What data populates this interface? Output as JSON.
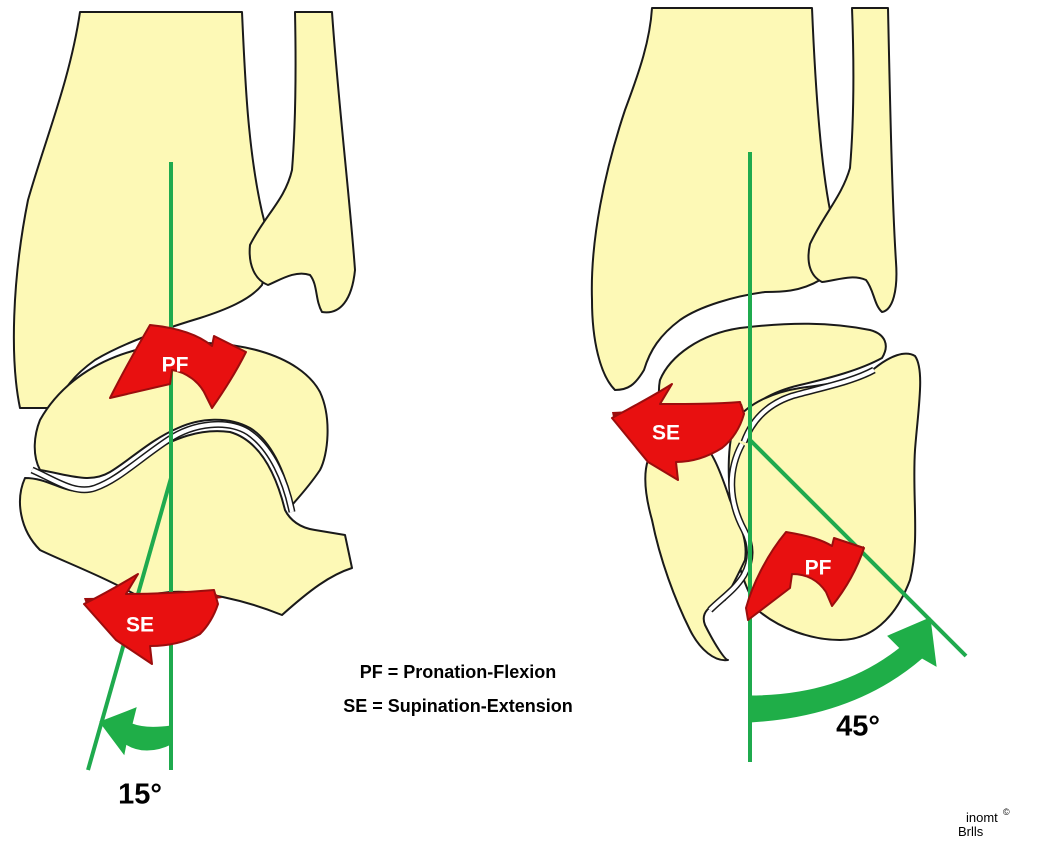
{
  "colors": {
    "bone_fill": "#fdf9b6",
    "bone_stroke": "#1a1a1a",
    "axis_line": "#1faa4e",
    "angle_arrow": "#1fae48",
    "rotation_arrow": "#e81010",
    "rotation_arrow_dark": "#9c0d0d"
  },
  "left_panel": {
    "pf_label": "PF",
    "se_label": "SE",
    "angle_label": "15°"
  },
  "right_panel": {
    "se_label": "SE",
    "pf_label": "PF",
    "angle_label": "45°"
  },
  "legend": {
    "line1": "PF = Pronation-Flexion",
    "line2": "SE = Supination-Extension"
  },
  "logo": {
    "top": "inomt",
    "bottom": "Brlls",
    "mark": "©"
  }
}
